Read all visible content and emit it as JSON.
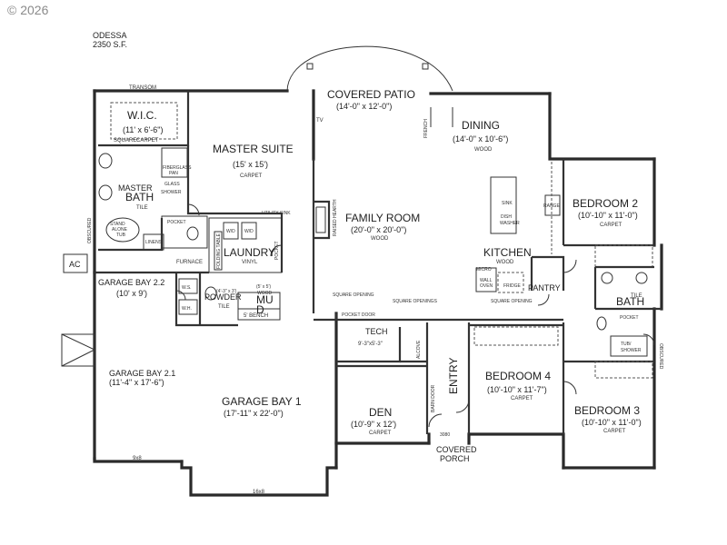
{
  "watermark": "© 2026",
  "plan": {
    "name": "ODESSA",
    "area": "2350 S.F."
  },
  "rooms": {
    "covered_patio": {
      "name": "COVERED PATIO",
      "dims": "(14'-0\" x 12'-0\")"
    },
    "dining": {
      "name": "DINING",
      "dims": "(14'-0\" x 10'-6\")",
      "floor": "WOOD"
    },
    "wic": {
      "name": "W.I.C.",
      "dims": "(11' x 6'-6\")",
      "floor": "CARPET",
      "note": "SQUARE"
    },
    "master_suite": {
      "name": "MASTER SUITE",
      "dims": "(15' x 15')",
      "floor": "CARPET"
    },
    "master_bath": {
      "name_1": "MASTER",
      "name_2": "BATH",
      "floor": "TILE"
    },
    "family_room": {
      "name": "FAMILY ROOM",
      "dims": "(20'-0\" x 20'-0\")",
      "floor": "WOOD"
    },
    "kitchen": {
      "name": "KITCHEN",
      "floor": "WOOD"
    },
    "bedroom2": {
      "name": "BEDROOM 2",
      "dims": "(10'-10\" x 11'-0\")",
      "floor": "CARPET"
    },
    "laundry": {
      "name": "LAUNDRY",
      "floor": "VINYL"
    },
    "garage_bay_22": {
      "name": "GARAGE BAY 2.2",
      "dims": "(10' x 9')"
    },
    "powder": {
      "name": "POWDER",
      "floor": "TILE"
    },
    "mud": {
      "name_1": "MU",
      "name_2": "D"
    },
    "bath": {
      "name": "BATH",
      "floor": "TILE"
    },
    "tech": {
      "name": "TECH",
      "dims": "9'-3\"x5'-3\""
    },
    "bedroom4": {
      "name": "BEDROOM 4",
      "dims": "(10'-10\" x 11'-7\")",
      "floor": "CARPET"
    },
    "garage_bay_21": {
      "name": "GARAGE BAY 2.1",
      "dims": "(11'-4\" x 17'-6\")"
    },
    "garage_bay_1": {
      "name": "GARAGE BAY 1",
      "dims": "(17'-11\" x 22'-0\")"
    },
    "den": {
      "name": "DEN",
      "dims": "(10'-9\" x 12')",
      "floor": "CARPET"
    },
    "bedroom3": {
      "name": "BEDROOM 3",
      "dims": "(10'-10\" x 11'-0\")",
      "floor": "CARPET"
    },
    "covered_porch": {
      "name_1": "COVERED",
      "name_2": "PORCH"
    },
    "entry": {
      "name": "ENTRY"
    },
    "pantry": {
      "name": "PANTRY"
    }
  },
  "labels": {
    "transom": "TRANSOM",
    "tv": "TV",
    "french": "FRENCH",
    "fiberglass_pan_1": "FIBERGLASS",
    "fiberglass_pan_2": "PAN",
    "glass_shower_1": "GLASS",
    "glass_shower_2": "SHOWER",
    "pocket": "POCKET",
    "stand_alone_tub_1": "STAND",
    "stand_alone_tub_2": "ALONE",
    "stand_alone_tub_3": "TUB",
    "linens": "LINENS",
    "obscured": "OBSCURED",
    "utility_sink": "UTILITY SINK",
    "wd": "W/D",
    "folding_table": "FOLDING TABLE",
    "raised_hearth": "RAISED HEARTH",
    "sink": "SINK",
    "dish": "DISH",
    "washer": "WASHER",
    "range": "RANGE",
    "micro": "MICRO",
    "wall_oven_1": "WALL",
    "wall_oven_2": "OVEN",
    "fridge": "FRIDGE",
    "ac": "AC",
    "furnace": "FURNACE",
    "ws": "W.S.",
    "wh": "W.H.",
    "bench_dims": "(4'-3\" x 3')",
    "mud_dims": "(5' x 5')",
    "mud_floor": "WOOD",
    "bench": "5' BENCH",
    "square_opening": "SQUARE OPENING",
    "square_openings": "SQUARE OPENINGS",
    "square_opening_2": "SQUARE OPENING",
    "pocket_door": "POCKET DOOR",
    "alcove": "ALCOVE",
    "barn_door": "BARN DOOR",
    "tub_shower_1": "TUB/",
    "tub_shower_2": "SHOWER",
    "door_3080": "3080",
    "garage_door_small": "9x8",
    "garage_door_large": "16x8",
    "pocket_bath": "POCKET"
  }
}
